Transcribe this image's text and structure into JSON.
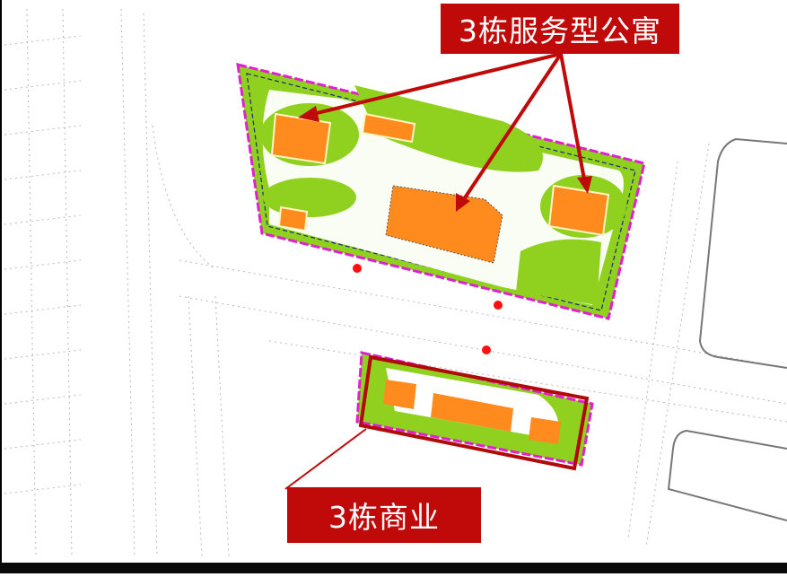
{
  "callouts": {
    "top": {
      "label": "3栋服务型公寓",
      "color": "#c00a0a"
    },
    "bottom": {
      "label": "3栋商业",
      "color": "#c00a0a"
    }
  },
  "colors": {
    "green_space": "#8fd11e",
    "building": "#ff8a1e",
    "site_boundary": "#e020d0",
    "setback_line": "#1a2a7a",
    "arrow": "#c00a0a",
    "entrance_marker": "#ff1010",
    "road_line": "#9a9a9a",
    "background": "#ffffff"
  },
  "map": {
    "north_site": {
      "name": "service-apartment-plot",
      "buildings": 3,
      "ancillary_buildings": 2
    },
    "south_site": {
      "name": "commercial-plot",
      "buildings": 3
    },
    "entrance_markers": 3
  }
}
